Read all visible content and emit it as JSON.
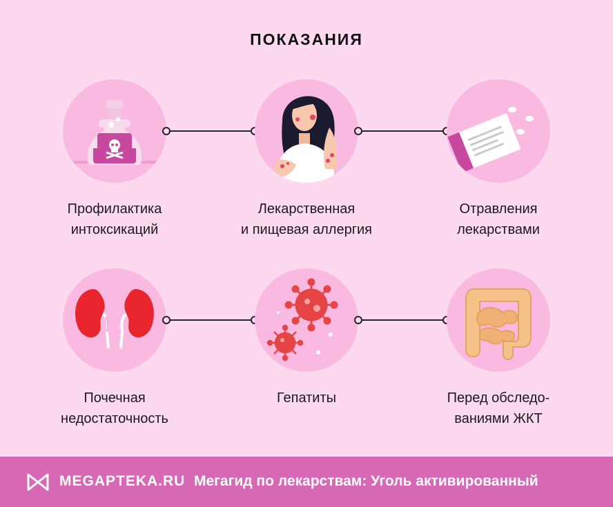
{
  "title": "ПОКАЗАНИЯ",
  "items": [
    {
      "label_1": "Профилактика",
      "label_2": "интоксикаций",
      "icon": "poison-bottle-icon"
    },
    {
      "label_1": "Лекарственная",
      "label_2": "и пищевая аллергия",
      "icon": "allergy-woman-icon"
    },
    {
      "label_1": "Отравления",
      "label_2": "лекарствами",
      "icon": "pills-box-icon"
    },
    {
      "label_1": "Почечная",
      "label_2": "недостаточность",
      "icon": "kidneys-icon"
    },
    {
      "label_1": "Гепатиты",
      "label_2": "",
      "icon": "virus-icon"
    },
    {
      "label_1": "Перед обследо-",
      "label_2": "ваниями ЖКТ",
      "icon": "intestines-icon"
    }
  ],
  "footer": {
    "brand": "MEGAPTEKA.RU",
    "text": "Мегагид по лекарствам: Уголь активированный"
  },
  "colors": {
    "background": "#fcd9ef",
    "circle": "#f9b9e0",
    "footer": "#d668b6",
    "accent": "#c9489f"
  }
}
